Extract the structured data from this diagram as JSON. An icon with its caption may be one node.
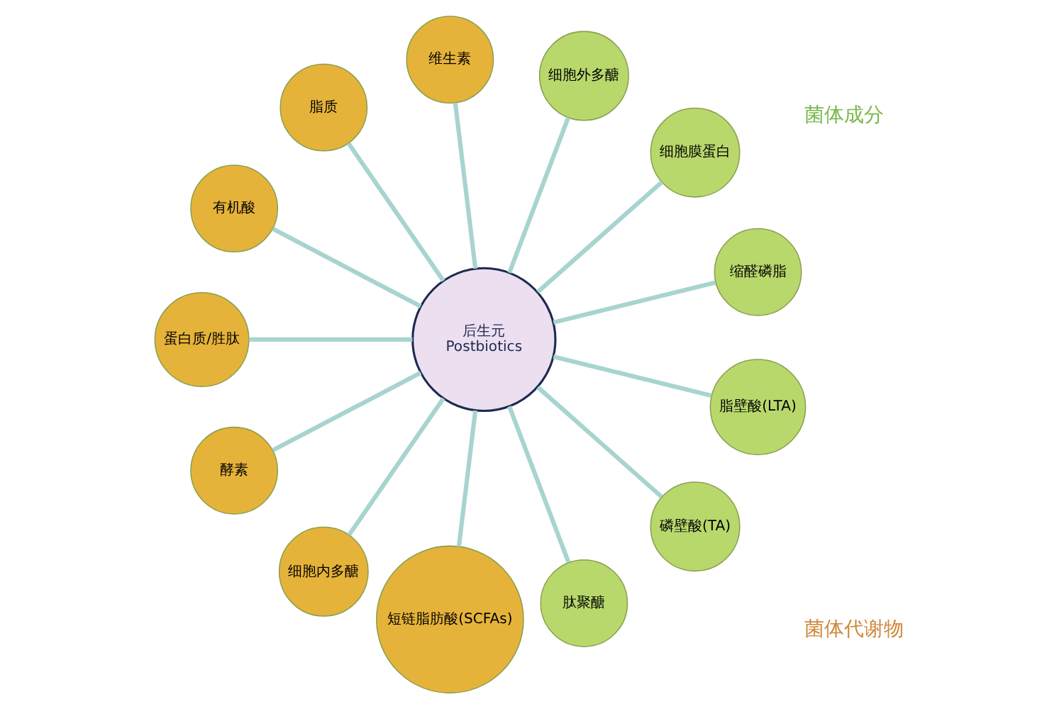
{
  "diagram": {
    "nodes": [
      {
        "text": [
          "后生元",
          "Postbiotics"
        ]
      },
      {
        "text": [
          "缩醛磷脂"
        ]
      },
      {
        "text": [
          "细胞膜蛋白"
        ]
      },
      {
        "text": [
          "细胞外多醣"
        ]
      },
      {
        "text": [
          "维生素"
        ]
      },
      {
        "text": [
          "脂质"
        ]
      },
      {
        "text": [
          "有机酸"
        ]
      },
      {
        "text": [
          "蛋白质/胜肽"
        ]
      },
      {
        "text": [
          "酵素"
        ]
      },
      {
        "text": [
          "细胞内多醣"
        ]
      },
      {
        "text": [
          "短链脂肪酸(SCFAs)"
        ]
      },
      {
        "text": [
          "肽聚醣"
        ]
      },
      {
        "text": [
          "磷壁酸(TA)"
        ]
      },
      {
        "text": [
          "脂壁酸(LTA)"
        ]
      }
    ],
    "edges": [
      {
        "from": 0,
        "to": 1,
        "arrow": "none"
      },
      {
        "from": 0,
        "to": 2,
        "arrow": "none"
      },
      {
        "from": 0,
        "to": 3,
        "arrow": "none"
      },
      {
        "from": 0,
        "to": 4,
        "arrow": "none"
      },
      {
        "from": 0,
        "to": 5,
        "arrow": "none"
      },
      {
        "from": 0,
        "to": 6,
        "arrow": "none"
      },
      {
        "from": 0,
        "to": 7,
        "arrow": "none"
      },
      {
        "from": 0,
        "to": 8,
        "arrow": "none"
      },
      {
        "from": 0,
        "to": 9,
        "arrow": "none"
      },
      {
        "from": 0,
        "to": 10,
        "arrow": "none"
      },
      {
        "from": 0,
        "to": 11,
        "arrow": "none"
      },
      {
        "from": 0,
        "to": 12,
        "arrow": "none"
      },
      {
        "from": 0,
        "to": 13,
        "arrow": "none"
      }
    ],
    "labels": [
      "菌体成分",
      "菌体代谢物"
    ]
  }
}
